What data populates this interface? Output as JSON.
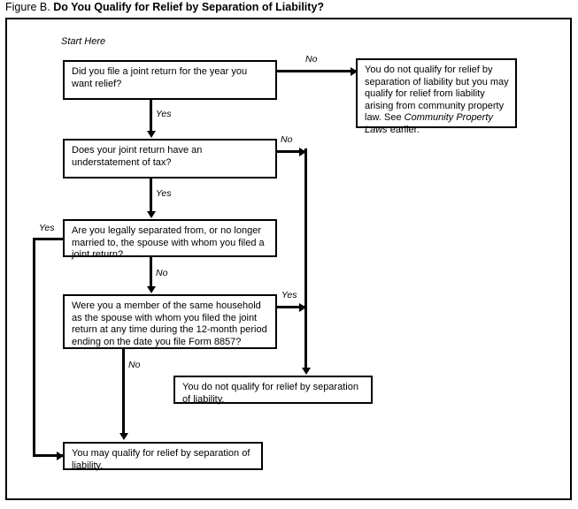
{
  "figure": {
    "label": "Figure B.",
    "title": "Do You Qualify for Relief by Separation of Liability?",
    "start_label": "Start Here"
  },
  "nodes": {
    "q1": "Did you file a joint return for the year you want relief?",
    "q2": "Does your joint return have an understatement of tax?",
    "q3": "Are you legally separated from, or no longer married to, the spouse with whom you filed a joint return?",
    "q4": "Were you a member of the same household as the spouse with whom you filed the joint return at any time during the 12-month period ending on the date you file Form 8857?",
    "r_community_1": "You do not qualify for relief by separation of liability but you may qualify for relief from liability arising from community property law. See ",
    "r_community_italic": "Community Property Laws",
    "r_community_2": " earlier.",
    "r_no_qualify": "You do not qualify for relief by separation of liability.",
    "r_may_qualify": "You may qualify for relief by separation of liability."
  },
  "edges": {
    "q1_no": "No",
    "q1_yes": "Yes",
    "q2_no": "No",
    "q2_yes": "Yes",
    "q3_yes": "Yes",
    "q3_no": "No",
    "q4_yes": "Yes",
    "q4_no": "No"
  },
  "colors": {
    "ink": "#000000",
    "background": "#ffffff"
  }
}
